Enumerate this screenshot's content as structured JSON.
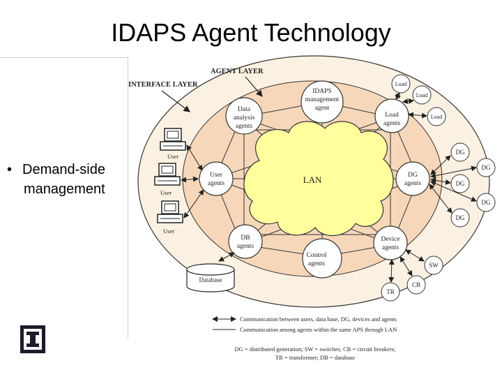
{
  "slide": {
    "title": "IDAPS Agent Technology",
    "bullet": [
      "Demand-side",
      "management"
    ]
  },
  "diagram": {
    "layer_labels": {
      "agent_layer": "AGENT LAYER",
      "interface_layer": "INTERFACE LAYER"
    },
    "center_label": "LAN",
    "agents": {
      "idaps": [
        "IDAPS",
        "management",
        "agent"
      ],
      "data_analysis": [
        "Data",
        "analysis",
        "agents"
      ],
      "load_agents": [
        "Load",
        "agents"
      ],
      "user_agents": [
        "User",
        "agents"
      ],
      "dg_agents": [
        "DG",
        "agents"
      ],
      "db_agents": [
        "DB",
        "agents"
      ],
      "device_agents": [
        "Device",
        "agents"
      ],
      "control_agents": [
        "Control",
        "agents"
      ]
    },
    "load_label": "Load",
    "dg_label": "DG",
    "user_label": "User",
    "database_label": "Database",
    "sw_label": "SW",
    "cb_label": "CB",
    "tr_label": "TR",
    "legend": [
      "Communication between users, data base, DG, devices and agents",
      "Communication among agents within the same APS through LAN"
    ],
    "footnote": [
      "DG = distributed generation; SW = switches; CB = circuit breakers;",
      "TR = transformer; DB = database"
    ],
    "colors": {
      "outer_ellipse": "#fbf1e2",
      "agent_ring": "#f6d7b9",
      "lan_cloud": "#ffff9e",
      "agent_circle": "#ffffff"
    }
  }
}
